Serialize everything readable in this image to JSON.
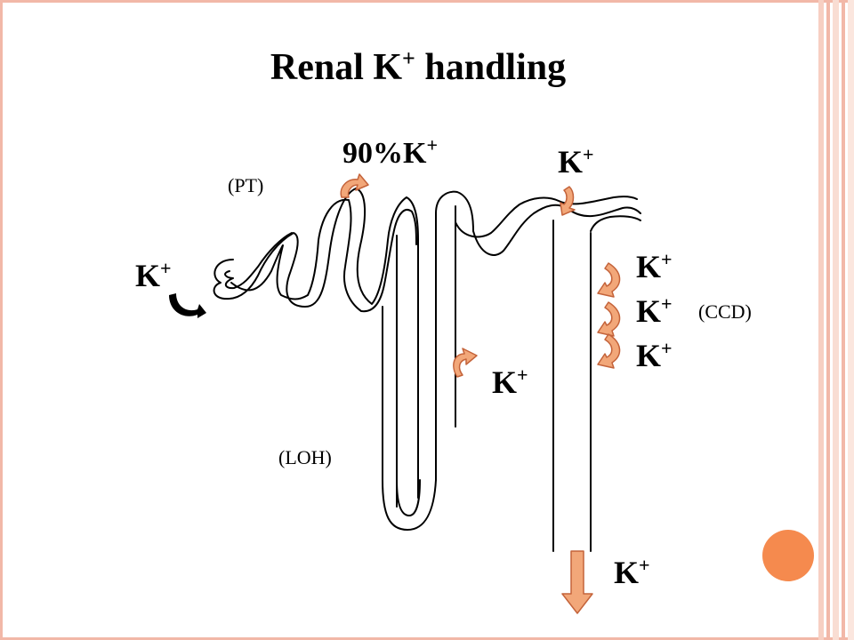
{
  "title": {
    "main": "Renal K",
    "sup": "+",
    "rest": " handling"
  },
  "segments": {
    "pt": "(PT)",
    "loh": "(LOH)",
    "ccd": "(CCD)"
  },
  "ion": {
    "base": "K",
    "sup": "+"
  },
  "proximal_pct": "90%",
  "colors": {
    "arrow_fill": "#f2a779",
    "arrow_dark": "#c4633a",
    "accent": "#f58a4e",
    "frame": "#f2b8a8"
  }
}
